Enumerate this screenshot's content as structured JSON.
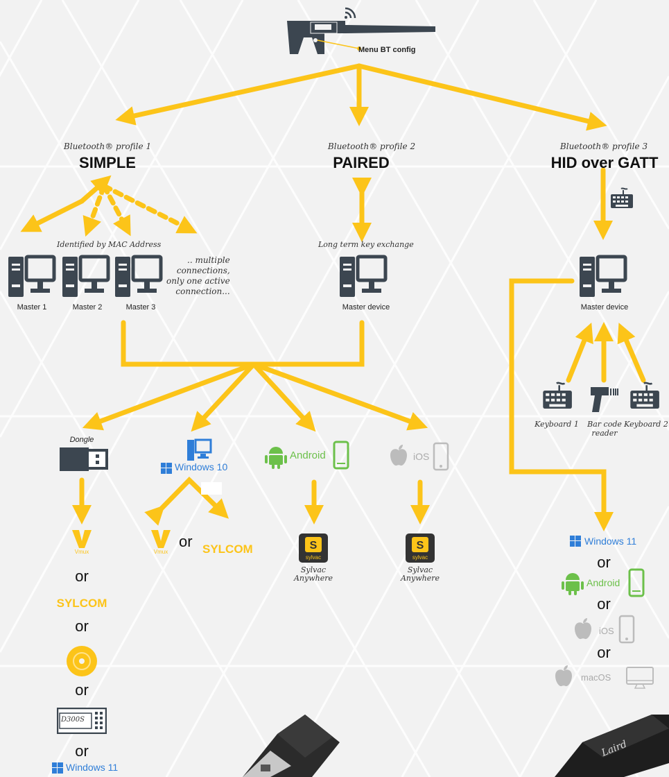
{
  "device": {
    "menu_label": "Menu BT config"
  },
  "profiles": [
    {
      "label": "Bluetooth® profile 1",
      "name": "SIMPLE"
    },
    {
      "label": "Bluetooth® profile 2",
      "name": "PAIRED"
    },
    {
      "label": "Bluetooth® profile 3",
      "name": "HID over GATT"
    }
  ],
  "simple": {
    "identified_label": "Identified by MAC Address",
    "masters": [
      "Master 1",
      "Master 2",
      "Master 3"
    ],
    "note_lines": [
      ".. multiple",
      "connections,",
      "only one active",
      "connection..."
    ]
  },
  "paired": {
    "exchange_label": "Long term key exchange",
    "master_label": "Master device"
  },
  "hid": {
    "master_label": "Master device",
    "inputs": [
      "Keyboard 1",
      "Bar code",
      "reader",
      "Keyboard 2"
    ],
    "targets": [
      "Windows 11",
      "Android",
      "iOS",
      "macOS"
    ],
    "or": "or"
  },
  "clients": {
    "dongle": "Dongle",
    "windows10": "Windows 10",
    "android": "Android",
    "ios": "iOS",
    "vmux": "Vmux",
    "sylcom": "SYLCOM",
    "or": "or",
    "d300s": "D300S",
    "windows11": "Windows 11",
    "sylvac_line1": "Sylvac",
    "sylvac_line2": "Anywhere",
    "sylvac_logo": "sylvac"
  },
  "colors": {
    "arrow": "#fcc419",
    "dark": "#3c4650",
    "blue": "#2f7ed8",
    "green": "#6cc04a",
    "grey": "#b8b8b8"
  }
}
